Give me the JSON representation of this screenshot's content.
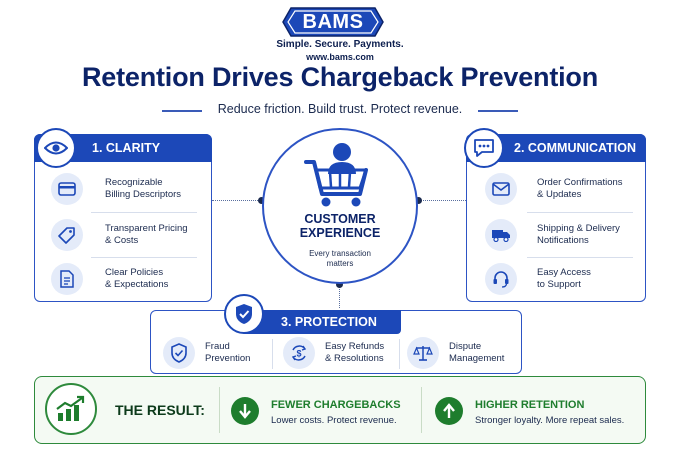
{
  "colors": {
    "primary": "#1c48b8",
    "navy": "#0c2368",
    "green": "#1e7d2d",
    "icon_bg": "#e4ebf9"
  },
  "header": {
    "logo": "BAMS",
    "tagline": "Simple. Secure. Payments.",
    "website": "www.bams.com",
    "title": "Retention Drives Chargeback Prevention",
    "subtitle": "Reduce friction. Build trust. Protect revenue."
  },
  "center": {
    "icon": "shopping-cart-person-icon",
    "title_line1": "CUSTOMER",
    "title_line2": "EXPERIENCE",
    "sub_line1": "Every transaction",
    "sub_line2": "matters"
  },
  "clarity": {
    "heading": "1. CLARITY",
    "icon": "eye-icon",
    "items": [
      {
        "icon": "credit-card-icon",
        "line1": "Recognizable",
        "line2": "Billing Descriptors"
      },
      {
        "icon": "price-tag-icon",
        "line1": "Transparent Pricing",
        "line2": "& Costs"
      },
      {
        "icon": "document-icon",
        "line1": "Clear Policies",
        "line2": "& Expectations"
      }
    ]
  },
  "communication": {
    "heading": "2. COMMUNICATION",
    "icon": "chat-bubble-icon",
    "items": [
      {
        "icon": "envelope-icon",
        "line1": "Order Confirmations",
        "line2": "& Updates"
      },
      {
        "icon": "truck-icon",
        "line1": "Shipping & Delivery",
        "line2": "Notifications"
      },
      {
        "icon": "headset-icon",
        "line1": "Easy Access",
        "line2": "to Support"
      }
    ]
  },
  "protection": {
    "heading": "3. PROTECTION",
    "icon": "shield-check-icon",
    "items": [
      {
        "icon": "shield-check-icon",
        "line1": "Fraud",
        "line2": "Prevention"
      },
      {
        "icon": "refund-dollar-icon",
        "line1": "Easy Refunds",
        "line2": "& Resolutions"
      },
      {
        "icon": "scales-icon",
        "line1": "Dispute",
        "line2": "Management"
      }
    ]
  },
  "result": {
    "icon": "growth-chart-icon",
    "label": "THE RESULT:",
    "outcomes": [
      {
        "icon": "arrow-down-icon",
        "title": "FEWER CHARGEBACKS",
        "sub": "Lower costs. Protect revenue."
      },
      {
        "icon": "arrow-up-icon",
        "title": "HIGHER RETENTION",
        "sub": "Stronger loyalty. More repeat sales."
      }
    ]
  }
}
